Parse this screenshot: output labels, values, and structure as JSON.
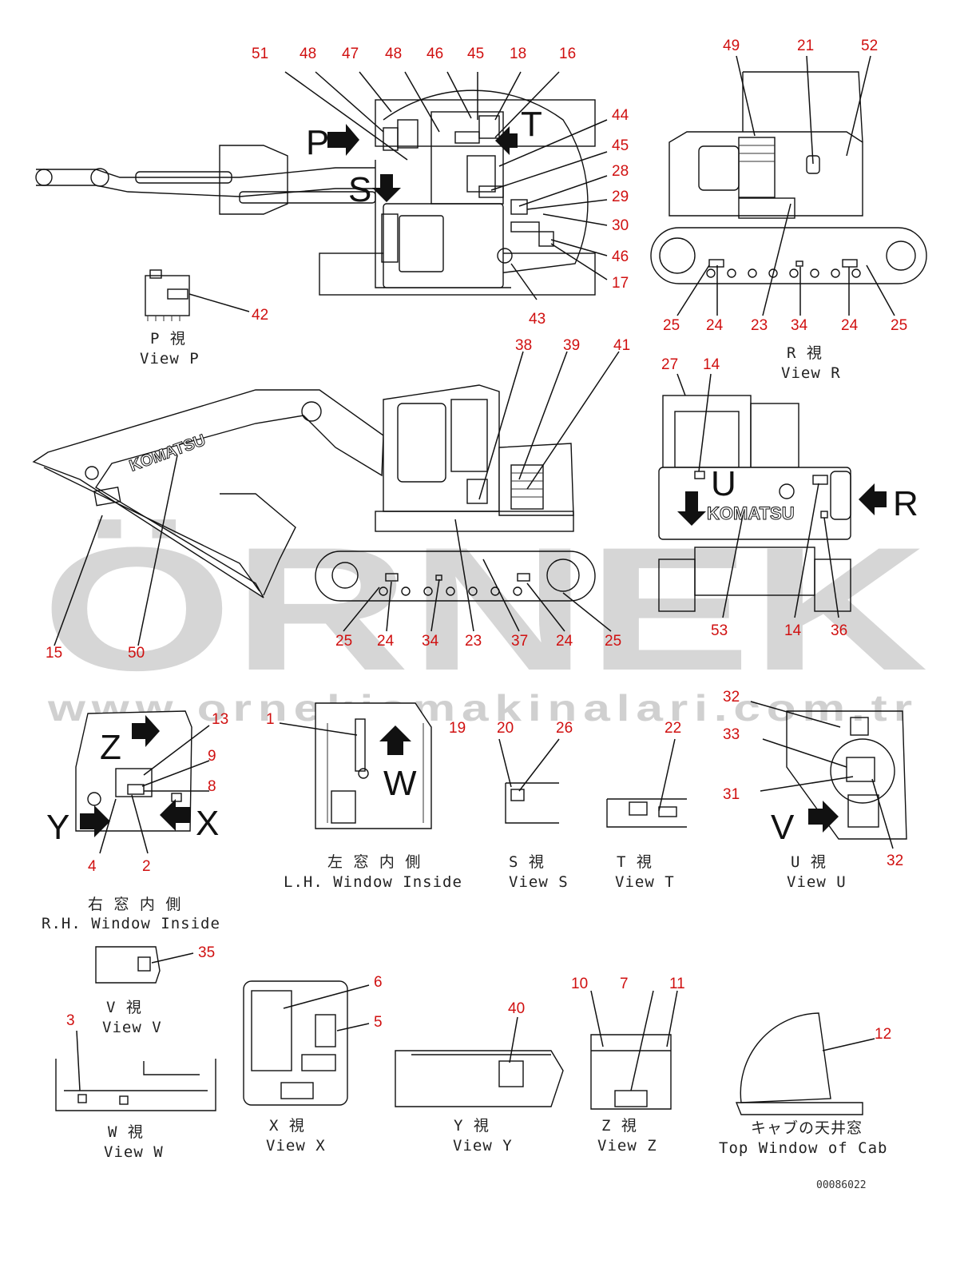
{
  "watermark": {
    "brand": "ÖRNEK",
    "url": "www.ornekismakinalari.com.tr"
  },
  "drawing_code": "00086022",
  "view_letters": [
    "P",
    "T",
    "S",
    "R",
    "U",
    "Z",
    "Y",
    "X",
    "W",
    "V"
  ],
  "captions": {
    "view_p": {
      "jp": "P 視",
      "en": "View P"
    },
    "view_r": {
      "jp": "R 視",
      "en": "View R"
    },
    "view_s": {
      "jp": "S 視",
      "en": "View S"
    },
    "view_t": {
      "jp": "T 視",
      "en": "View T"
    },
    "view_u": {
      "jp": "U 視",
      "en": "View U"
    },
    "view_v": {
      "jp": "V 視",
      "en": "View V"
    },
    "view_w": {
      "jp": "W 視",
      "en": "View W"
    },
    "view_x": {
      "jp": "X 視",
      "en": "View X"
    },
    "view_y": {
      "jp": "Y 視",
      "en": "View Y"
    },
    "view_z": {
      "jp": "Z 視",
      "en": "View Z"
    },
    "rh_window": {
      "jp": "右 窓 内 側",
      "en": "R.H. Window Inside"
    },
    "lh_window": {
      "jp": "左 窓 内 側",
      "en": "L.H. Window Inside"
    },
    "top_window": {
      "jp": "キャブの天井窓",
      "en": "Top Window of Cab"
    }
  },
  "brand_text": "KOMATSU",
  "callouts": {
    "top": [
      "51",
      "48",
      "47",
      "48",
      "46",
      "45",
      "18",
      "16",
      "44",
      "45",
      "28",
      "29",
      "30",
      "46",
      "17",
      "43",
      "42"
    ],
    "side_view": [
      "49",
      "21",
      "52",
      "25",
      "24",
      "23",
      "34",
      "24",
      "25"
    ],
    "main": [
      "38",
      "39",
      "41",
      "15",
      "50",
      "25",
      "24",
      "34",
      "23",
      "37",
      "24",
      "25"
    ],
    "view_r": [
      "27",
      "14",
      "53",
      "14",
      "36"
    ],
    "rh": [
      "13",
      "9",
      "8",
      "4",
      "2"
    ],
    "lh": [
      "1"
    ],
    "s": [
      "19",
      "20",
      "26"
    ],
    "t": [
      "22"
    ],
    "u": [
      "32",
      "33",
      "31",
      "32"
    ],
    "v": [
      "35"
    ],
    "w": [
      "3"
    ],
    "x": [
      "6",
      "5"
    ],
    "y": [
      "40"
    ],
    "z": [
      "10",
      "7",
      "11"
    ],
    "top_win": [
      "12"
    ]
  }
}
